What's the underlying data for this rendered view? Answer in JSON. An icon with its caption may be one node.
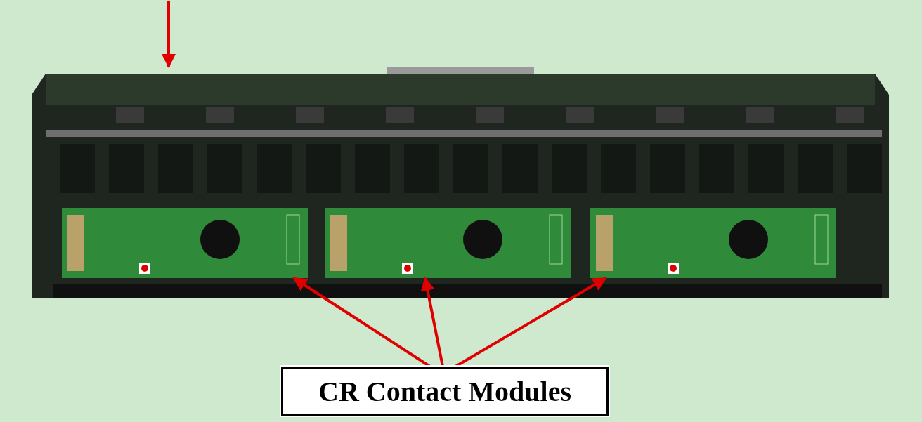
{
  "diagram": {
    "nodes": [
      {
        "text": [],
        "shape": "picture"
      },
      {
        "text": [],
        "shape": "picture",
        "in": 0
      },
      {
        "text": [],
        "shape": "picture",
        "in": 0
      },
      {
        "text": [],
        "shape": "picture",
        "in": 0
      },
      {
        "text": [
          "CR Contact Modules"
        ]
      }
    ],
    "edges": [
      {
        "from": null,
        "to": 0,
        "arrow": "to"
      },
      {
        "from": 4,
        "to": 1,
        "arrow": "to"
      },
      {
        "from": 4,
        "to": 2,
        "arrow": "to"
      },
      {
        "from": 4,
        "to": 3,
        "arrow": "to"
      }
    ]
  }
}
